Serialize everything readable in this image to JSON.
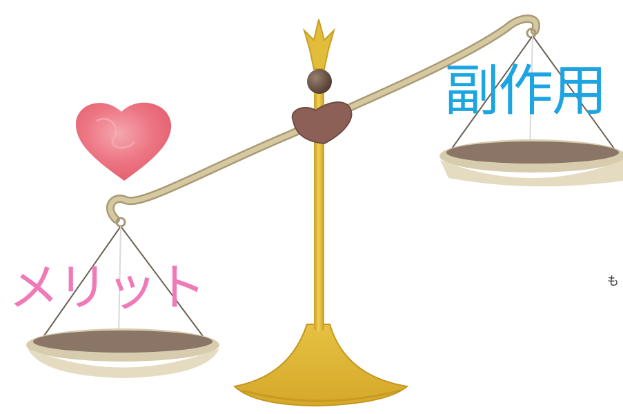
{
  "labels": {
    "right_pan": "副作用",
    "left_pan": "メリット",
    "edge_fragment": "も"
  },
  "colors": {
    "right_label": "#1ca5e0",
    "left_label": "#f07ab8",
    "beam": "#cdbf97",
    "beam_outline": "#a89a74",
    "pillar": "#e2bd3c",
    "pillar_dark": "#c99e22",
    "pan_rim": "#d7ccae",
    "pan_inside": "#8a7566",
    "heart": "#e9606f",
    "center_heart": "#8c6057",
    "pivot_ball": "#6e5646"
  },
  "icons": {
    "left_heart": "heart-icon",
    "center_heart": "heart-icon",
    "scale": "balance-scale-icon"
  }
}
